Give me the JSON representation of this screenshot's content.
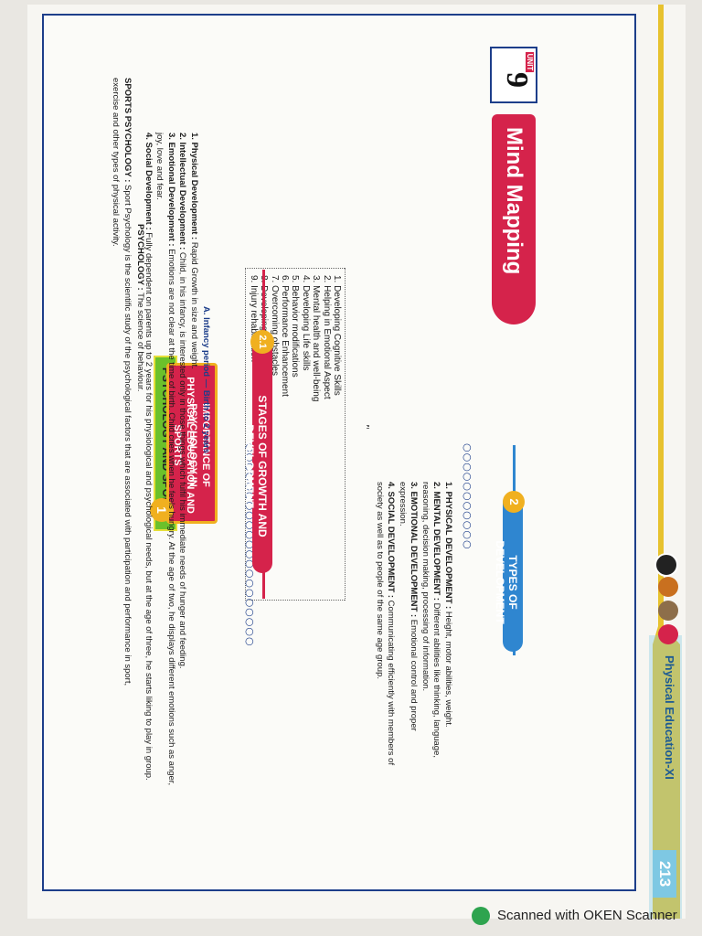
{
  "book_header": {
    "page_number": "213",
    "title": "Physical Education-XI"
  },
  "unit": {
    "label": "UNIT",
    "number": "9",
    "banner": "Mind Mapping"
  },
  "topic": "PSYCHOLOGY AND SPORTS",
  "definitions": {
    "psychology_term": "PSYCHOLOGY :",
    "psychology_text": " The science of behaviour.",
    "sports_psychology_term": "SPORTS PSYCHOLOGY :",
    "sports_psychology_text": " Sport Psychology is the scientific study of the psychological factors that are associated with participation and performance in sport, exercise and other types of physical activity."
  },
  "section1": {
    "number": "1",
    "title_line1": "IMPORTANCE OF PSYCHOLOGY IN",
    "title_line2": "PHYSICAL EDUCATION AND SPORTS",
    "items": [
      "1. Developing Cognitive Skills",
      "2. Helping in Emotional Aspect",
      "3. Mental health and well-being",
      "4. Developing Life skills",
      "5. Behavior modifications",
      "6. Performance Enhancement",
      "7. Overcoming obstacles",
      "8. Developing team cohesion",
      "9. Injury rehabilitation"
    ]
  },
  "section2": {
    "number": "2",
    "title": "TYPES OF DEVELOPMENT",
    "items": [
      {
        "term": "1. PHYSICAL DEVELOPMENT :",
        "text": " Height, motor abilities, weight."
      },
      {
        "term": "2. MENTAL DEVELOPMENT :",
        "text": " Different abilities like thinking, language, reasoning, decision making, processing of information."
      },
      {
        "term": "3. EMOTIONAL DEVELOPMENT :",
        "text": " Emotional control and proper expression."
      },
      {
        "term": "4. SOCIAL DEVELOPMENT :",
        "text": " Communicating efficiently with members of society as well as to people of the same age group."
      }
    ]
  },
  "section21": {
    "number": "2.1",
    "title": "STAGES OF GROWTH AND DEVELOPMENT",
    "period_label": "A. Infancy period",
    "period_range": "— Birth to 2 years",
    "items": [
      {
        "term": "1. Physical Development :",
        "text": " Rapid Growth in size and weight."
      },
      {
        "term": "2. Intellectual Development :",
        "text": " Child, in his infancy, is interested only in those things which fulfil his immediate needs of hunger and feeding."
      },
      {
        "term": "3. Emotional Development :",
        "text": " Emotions are not clear at the time of birth. Child cries when he feels hungry. At the age of two, he displays different emotions such as anger, joy, love and fear."
      },
      {
        "term": "4. Social Development :",
        "text": " Fully dependent on parents up to 2 years for his physiological and psychological needs, but at the age of three, he starts liking to play in group."
      }
    ]
  },
  "scanner": {
    "text": "Scanned with OKEN Scanner"
  },
  "colors": {
    "red": "#d5234b",
    "blue": "#1d3e8a",
    "green": "#6bc12b",
    "cyan": "#7ec8e3"
  }
}
